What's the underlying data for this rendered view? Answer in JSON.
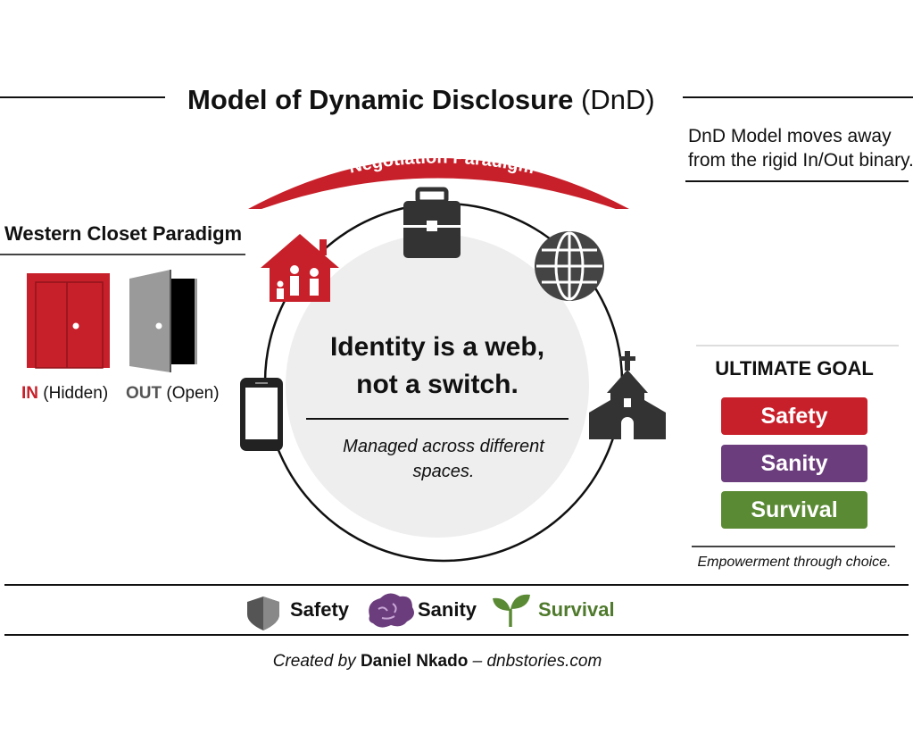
{
  "title": {
    "main": "Model of Dynamic Disclosure",
    "abbr": "(DnD)"
  },
  "note": {
    "line1": "DnD Model moves away",
    "line2": "from the rigid In/Out binary."
  },
  "negotiation": {
    "label": "Negotiation Paradigm",
    "color": "#c8202a"
  },
  "western": {
    "heading": "Western Closet Paradigm",
    "in_label": "IN",
    "in_sub": "(Hidden)",
    "out_label": "OUT",
    "out_sub": "(Open)"
  },
  "center": {
    "line1": "Identity is a web,",
    "line2": "not a switch.",
    "sub1": "Managed across different",
    "sub2": "spaces."
  },
  "spaces_icons": [
    "briefcase-icon",
    "globe-icon",
    "family-house-icon",
    "smartphone-icon",
    "church-icon"
  ],
  "goal": {
    "heading": "ULTIMATE GOAL",
    "items": [
      {
        "label": "Safety",
        "color": "#c8202a"
      },
      {
        "label": "Sanity",
        "color": "#6b3d7d"
      },
      {
        "label": "Survival",
        "color": "#5b8a35"
      }
    ],
    "caption": "Empowerment through choice."
  },
  "legend": [
    {
      "icon": "shield-icon",
      "label": "Safety"
    },
    {
      "icon": "brain-icon",
      "label": "Sanity"
    },
    {
      "icon": "sprout-icon",
      "label": "Survival"
    }
  ],
  "credit": {
    "prefix": "Created by",
    "author": "Daniel Nkado",
    "sep": "–",
    "site": "dnbstories.com"
  }
}
